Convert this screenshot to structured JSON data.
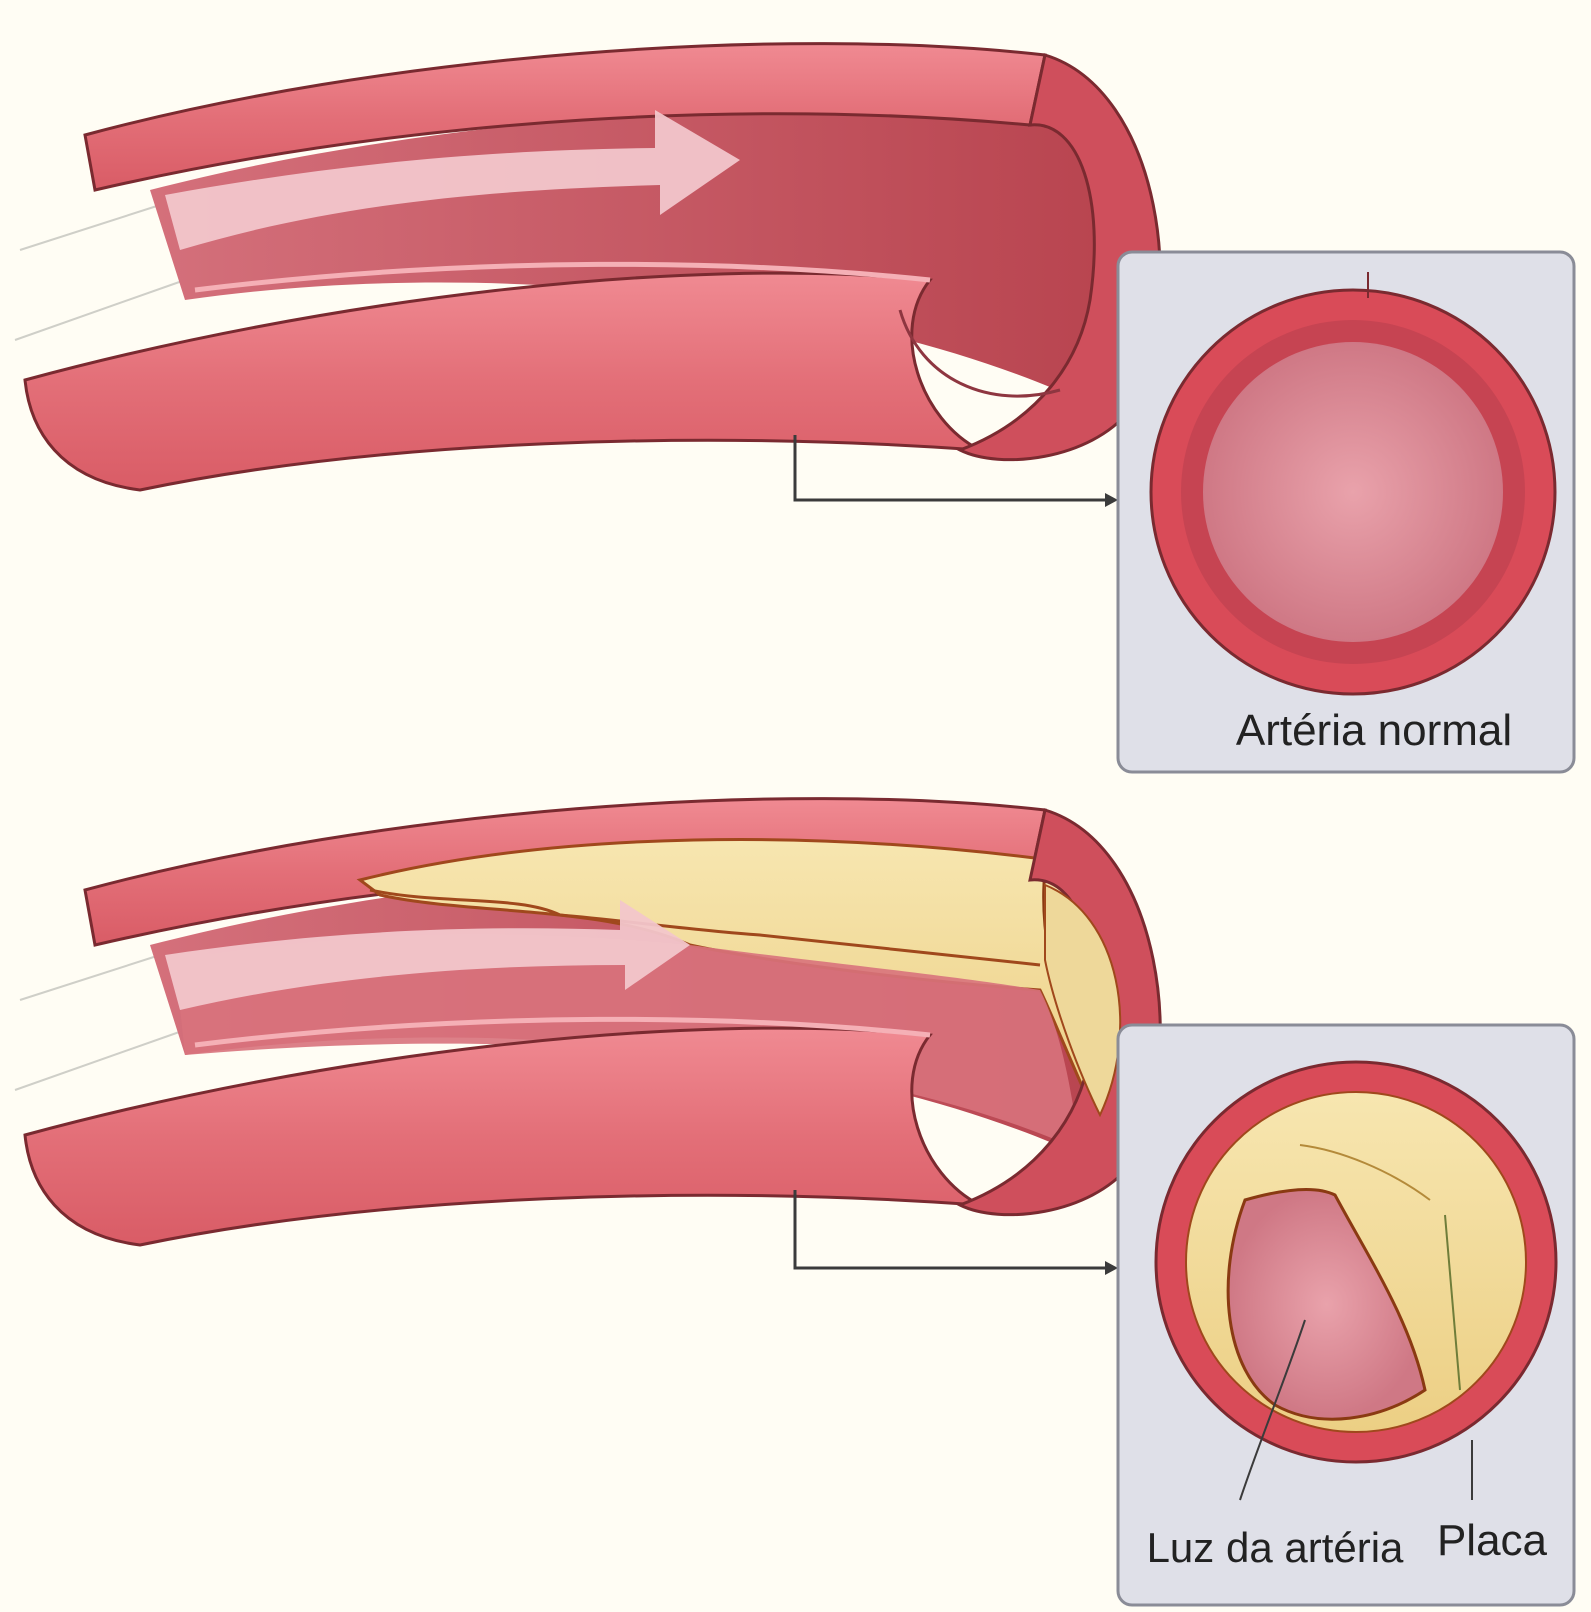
{
  "labels": {
    "normal_artery": "Artéria normal",
    "lumen": "Luz da artéria",
    "plaque": "Placa"
  },
  "colors": {
    "background": "#fffdf4",
    "vessel_wall": "#e36f78",
    "vessel_inner": "#c9505c",
    "vessel_outline": "#7a2a30",
    "lumen": "#d98995",
    "arrow": "#f2c6cb",
    "plaque": "#f2dd9a",
    "plaque_edge": "#a0481c",
    "panel": "#dfe0e8",
    "panel_border": "#8a8c97"
  }
}
